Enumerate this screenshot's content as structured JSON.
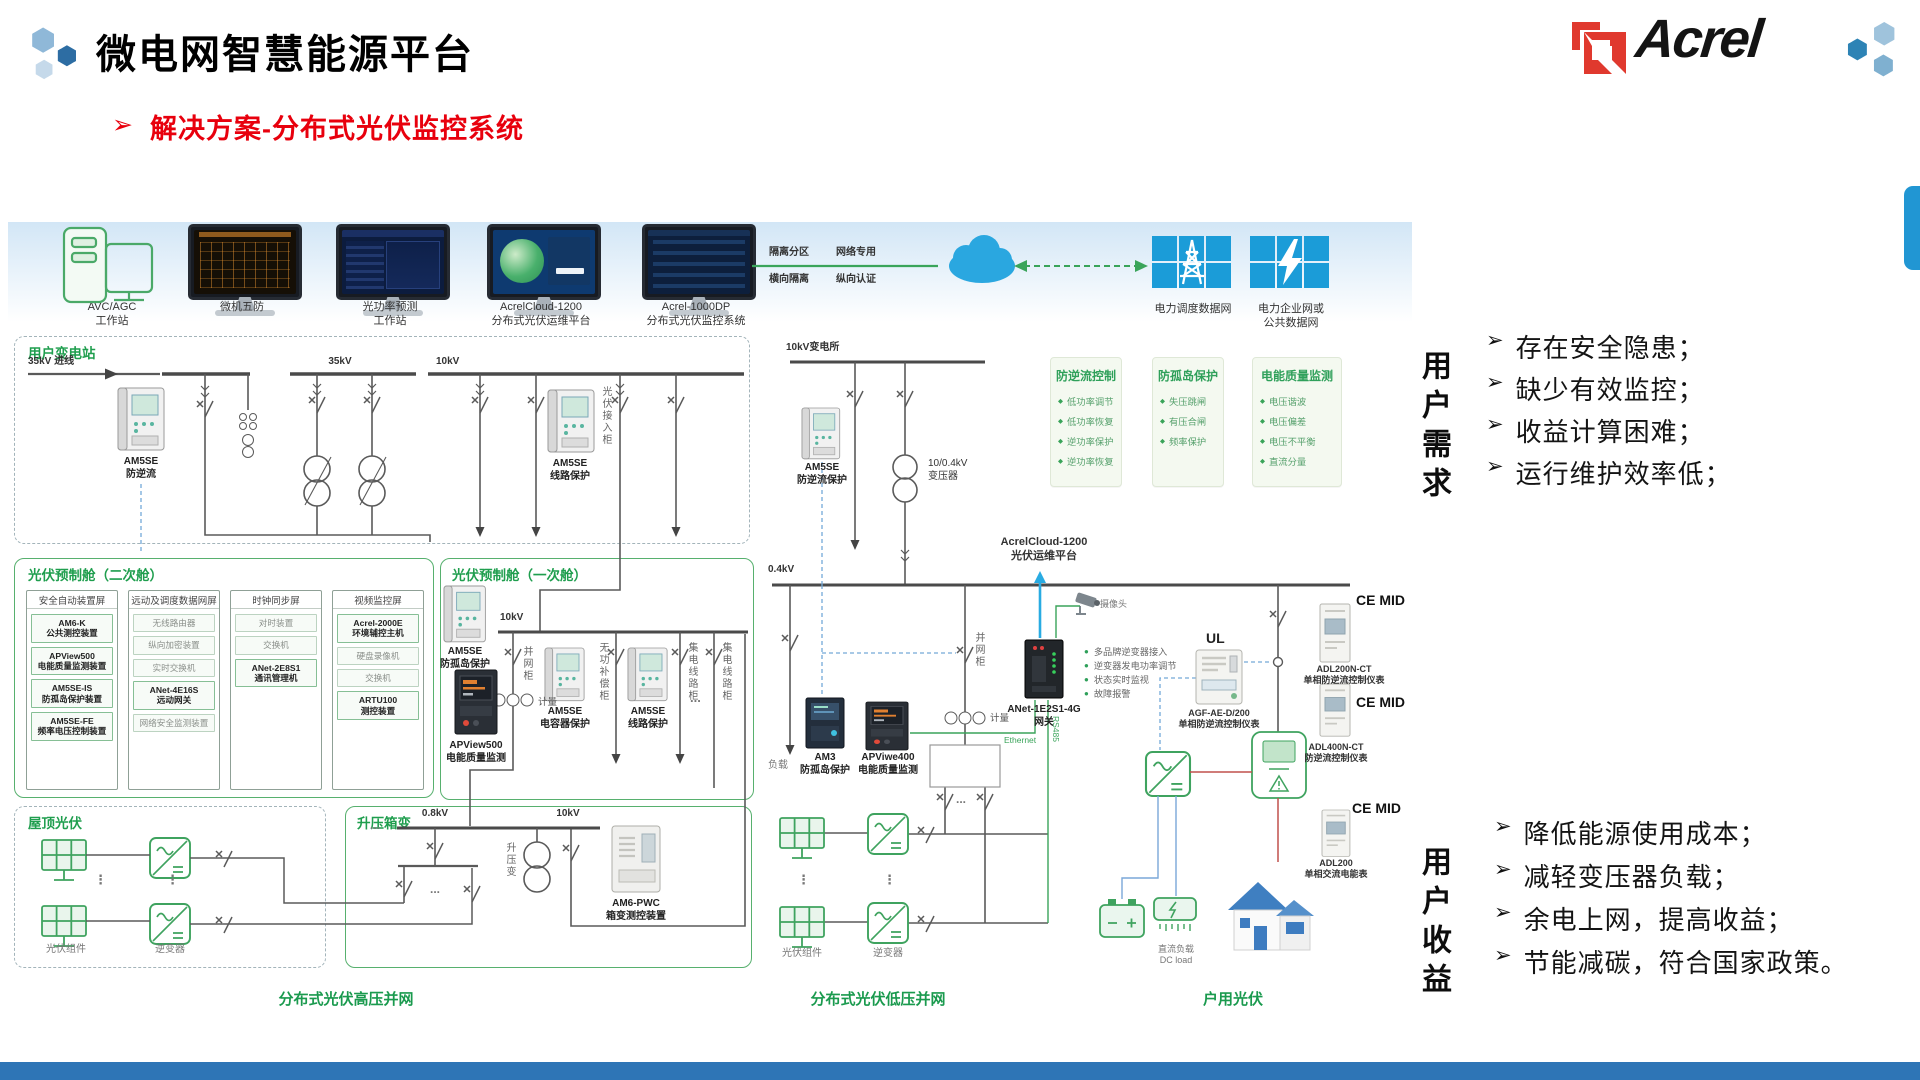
{
  "header": {
    "title": "微电网智慧能源平台",
    "marker": "➢",
    "subtitle": "解决方案-分布式光伏监控系统",
    "brand": "Acrel"
  },
  "colors": {
    "accent_green": "#3aa45a",
    "accent_red": "#e8000d",
    "tile_blue": "#1b9cd8",
    "bottom_bar": "#2e75b6",
    "cloud_blue": "#29abe2"
  },
  "glyphs": {
    "hdots": "...",
    "vdots": "⋮"
  },
  "markers": {
    "feature": "◆",
    "gateway": "●"
  },
  "top_row": {
    "workstations": [
      {
        "label": "AVC/AGC\n工作站"
      },
      {
        "label": "微机五防"
      },
      {
        "label": "光功率预测\n工作站"
      },
      {
        "label": "AcrelCloud-1200\n分布式光伏运维平台"
      },
      {
        "label": "Acrel-1000DP\n分布式光伏监控系统"
      }
    ],
    "link_labels": {
      "top_left": "隔离分区",
      "top_right": "网络专用",
      "bottom_left": "横向隔离",
      "bottom_right": "纵向认证"
    },
    "internet": "Internet",
    "grid_networks": [
      {
        "label": "电力调度数据网"
      },
      {
        "label": "电力企业网或\n公共数据网"
      }
    ]
  },
  "substation": {
    "title": "用户变电站",
    "incoming": "35kV 进线",
    "bus35": "35kV",
    "bus10": "10kV",
    "relay1": "AM5SE\n防逆流",
    "relay2": "AM5SE\n线路保护",
    "pv_cabinet": "光伏接入柜"
  },
  "secondary_cabin": {
    "title": "光伏预制舱（二次舱）",
    "cabinets": [
      {
        "name": "安全自动装置屏",
        "items": [
          {
            "label": "AM6-K\n公共测控装置"
          },
          {
            "label": "APView500\n电能质量监测装置"
          },
          {
            "label": "AM5SE-IS\n防孤岛保护装置"
          },
          {
            "label": "AM5SE-FE\n频率电压控制装置"
          }
        ]
      },
      {
        "name": "远动及调度数据网屏",
        "items": [
          {
            "label": "无线路由器"
          },
          {
            "label": "纵向加密装置"
          },
          {
            "label": "实时交换机"
          },
          {
            "label": "ANet-4E16S\n远动网关"
          },
          {
            "label": "网络安全监测装置"
          }
        ]
      },
      {
        "name": "时钟同步屏",
        "items": [
          {
            "label": "对时装置"
          },
          {
            "label": "交换机"
          },
          {
            "label": "ANet-2E8S1\n通讯管理机"
          }
        ]
      },
      {
        "name": "视频监控屏",
        "items": [
          {
            "label": "Acrel-2000E\n环境辅控主机"
          },
          {
            "label": "硬盘录像机"
          },
          {
            "label": "交换机"
          },
          {
            "label": "ARTU100\n测控装置"
          }
        ]
      }
    ]
  },
  "primary_cabin": {
    "title": "光伏预制舱（一次舱）",
    "bus": "10kV",
    "relay_island": "AM5SE\n防孤岛保护",
    "meter_pq": "APView500\n电能质量监测",
    "relay_cap": "AM5SE\n电容器保护",
    "relay_line": "AM5SE\n线路保护",
    "grid_cabinet": "并网柜",
    "metering": "计量",
    "var_cabinet": "无功补偿柜",
    "collector1": "集电线路柜",
    "collector2": "集电线路柜"
  },
  "rooftop": {
    "title": "屋顶光伏",
    "pv": "光伏组件",
    "inverter": "逆变器"
  },
  "boost": {
    "title": "升压箱变",
    "v08": "0.8kV",
    "v10": "10kV",
    "transformer": "升压变",
    "device": "AM6-PWC\n箱变测控装置"
  },
  "captions": {
    "left": "分布式光伏高压并网",
    "middle": "分布式光伏低压并网",
    "right": "户用光伏"
  },
  "features": [
    {
      "title": "防逆流控制",
      "items": [
        "低功率调节",
        "低功率恢复",
        "逆功率保护",
        "逆功率恢复"
      ]
    },
    {
      "title": "防孤岛保护",
      "items": [
        "失压跳闸",
        "有压合闸",
        "频率保护"
      ]
    },
    {
      "title": "电能质量监测",
      "items": [
        "电压谐波",
        "电压偏差",
        "电压不平衡",
        "直流分量"
      ]
    }
  ],
  "lv_section": {
    "substation": "10kV变电所",
    "relay": "AM5SE\n防逆流保护",
    "transformer": "10/0.4kV\n变压器",
    "bus": "0.4kV",
    "load": "负载",
    "am3": "AM3\n防孤岛保护",
    "apview": "APViwe400\n电能质量监测",
    "grid_cabinet": "并网柜",
    "metering": "计量",
    "cloud_link": "AcrelCloud-1200\n光伏运维平台",
    "camera": "摄像头",
    "gateway": "ANet-1E2S1-4G\n网关",
    "gateway_features": [
      "多品牌逆变器接入",
      "逆变器发电功率调节",
      "状态实时监视",
      "故障报警"
    ],
    "ethernet": "Ethernet",
    "rs485": "RS485",
    "pv": "光伏组件",
    "inverter": "逆变器"
  },
  "household": {
    "ul": "UL",
    "ce_mid": "CE MID",
    "agf": "AGF-AE-D/200\n单相防逆流控制仪表",
    "adl200nct": "ADL200N-CT\n单相防逆流控制仪表",
    "adl400nct": "ADL400N-CT\n防逆流控制仪表",
    "adl200": "ADL200\n单相交流电能表",
    "dc_load": "直流负载\nDC load"
  },
  "right_panel": {
    "marker": "➢",
    "needs_title": "用户需求",
    "needs": [
      "存在安全隐患；",
      "缺少有效监控；",
      "收益计算困难；",
      "运行维护效率低；"
    ],
    "benefits_title": "用户收益",
    "benefits": [
      "降低能源使用成本；",
      "减轻变压器负载；",
      "余电上网，提高收益；",
      "节能减碳，符合国家政策。"
    ]
  }
}
